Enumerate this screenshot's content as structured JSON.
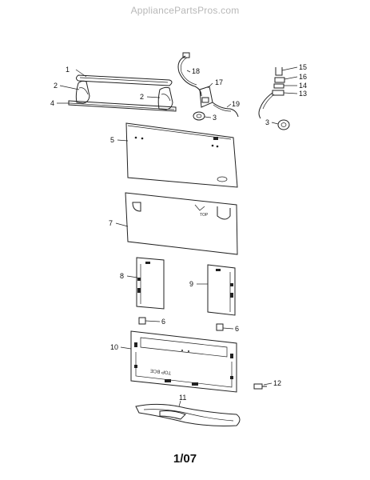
{
  "watermark": "AppliancePartsPros.com",
  "page_number": "1/07",
  "panel_markings": {
    "part7_arrow_text": "TOP",
    "part10_stamp_text": "TOP BCE"
  },
  "callouts": [
    {
      "id": "c1",
      "text": "1"
    },
    {
      "id": "c2a",
      "text": "2"
    },
    {
      "id": "c2b",
      "text": "2"
    },
    {
      "id": "c4",
      "text": "4"
    },
    {
      "id": "c18",
      "text": "18"
    },
    {
      "id": "c17",
      "text": "17"
    },
    {
      "id": "c3a",
      "text": "3"
    },
    {
      "id": "c19",
      "text": "19"
    },
    {
      "id": "c15",
      "text": "15"
    },
    {
      "id": "c16",
      "text": "16"
    },
    {
      "id": "c14",
      "text": "14"
    },
    {
      "id": "c13",
      "text": "13"
    },
    {
      "id": "c3b",
      "text": "3"
    },
    {
      "id": "c5",
      "text": "5"
    },
    {
      "id": "c7",
      "text": "7"
    },
    {
      "id": "c8",
      "text": "8"
    },
    {
      "id": "c9",
      "text": "9"
    },
    {
      "id": "c6a",
      "text": "6"
    },
    {
      "id": "c6b",
      "text": "6"
    },
    {
      "id": "c10",
      "text": "10"
    },
    {
      "id": "c12",
      "text": "12"
    },
    {
      "id": "c11",
      "text": "11"
    }
  ]
}
